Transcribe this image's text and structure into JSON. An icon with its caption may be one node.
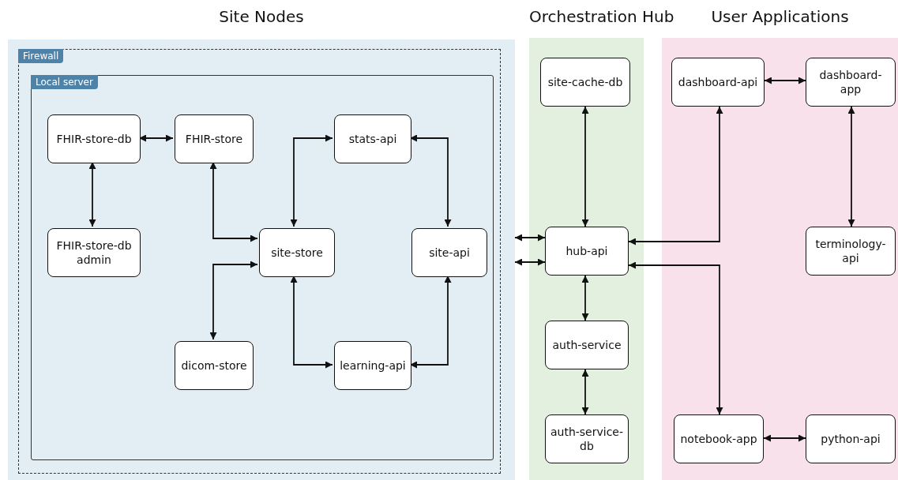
{
  "diagram": {
    "nodes": [
      {
        "text": [
          "Site Nodes"
        ]
      },
      {
        "text": [
          "Firewall"
        ],
        "in": 0
      },
      {
        "text": [
          "Local server"
        ],
        "in": 1
      },
      {
        "text": [
          "FHIR-store-db"
        ],
        "in": 2
      },
      {
        "text": [
          "FHIR-store"
        ],
        "in": 2
      },
      {
        "text": [
          "stats-api"
        ],
        "in": 2
      },
      {
        "text": [
          "FHIR-store-db admin"
        ],
        "in": 2
      },
      {
        "text": [
          "site-store"
        ],
        "in": 2
      },
      {
        "text": [
          "site-api"
        ],
        "in": 2
      },
      {
        "text": [
          "dicom-store"
        ],
        "in": 2
      },
      {
        "text": [
          "learning-api"
        ],
        "in": 2
      },
      {
        "text": [
          "Orchestration Hub"
        ]
      },
      {
        "text": [
          "site-cache-db"
        ],
        "in": 11
      },
      {
        "text": [
          "hub-api"
        ],
        "in": 11
      },
      {
        "text": [
          "auth-service"
        ],
        "in": 11
      },
      {
        "text": [
          "auth-service-db"
        ],
        "in": 11
      },
      {
        "text": [
          "User Applications"
        ]
      },
      {
        "text": [
          "dashboard-api"
        ],
        "in": 16
      },
      {
        "text": [
          "dashboard-app"
        ],
        "in": 16
      },
      {
        "text": [
          "terminology-api"
        ],
        "in": 16
      },
      {
        "text": [
          "notebook-app"
        ],
        "in": 16
      },
      {
        "text": [
          "python-api"
        ],
        "in": 16
      }
    ],
    "edges": [
      {
        "from": 3,
        "to": 4,
        "arrow": "both"
      },
      {
        "from": 3,
        "to": 6,
        "arrow": "both"
      },
      {
        "from": 4,
        "to": 7,
        "arrow": "both"
      },
      {
        "from": 7,
        "to": 5,
        "arrow": "both"
      },
      {
        "from": 5,
        "to": 8,
        "arrow": "both"
      },
      {
        "from": 7,
        "to": 9,
        "arrow": "both"
      },
      {
        "from": 7,
        "to": 10,
        "arrow": "both"
      },
      {
        "from": 10,
        "to": 8,
        "arrow": "both"
      },
      {
        "from": 0,
        "to": 13,
        "arrow": "both"
      },
      {
        "from": 0,
        "to": 13,
        "arrow": "both"
      },
      {
        "from": 12,
        "to": 13,
        "arrow": "both"
      },
      {
        "from": 13,
        "to": 14,
        "arrow": "both"
      },
      {
        "from": 14,
        "to": 15,
        "arrow": "both"
      },
      {
        "from": 17,
        "to": 13,
        "arrow": "both"
      },
      {
        "from": 13,
        "to": 20,
        "arrow": "both"
      },
      {
        "from": 17,
        "to": 18,
        "arrow": "both"
      },
      {
        "from": 18,
        "to": 19,
        "arrow": "both"
      },
      {
        "from": 20,
        "to": 21,
        "arrow": "both"
      }
    ]
  }
}
